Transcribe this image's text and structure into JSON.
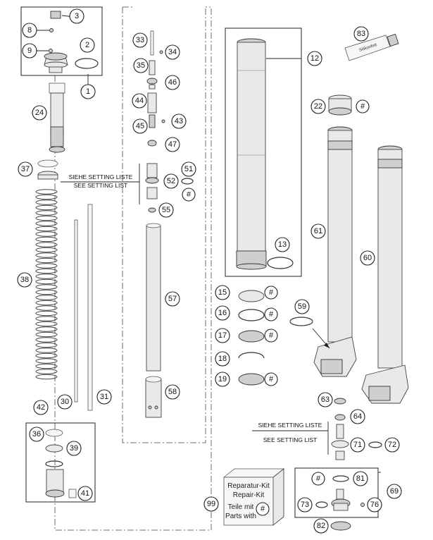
{
  "diagram": {
    "type": "exploded-parts-diagram",
    "callouts": [
      {
        "id": "c1",
        "label": "1"
      },
      {
        "id": "c2",
        "label": "2"
      },
      {
        "id": "c3",
        "label": "3"
      },
      {
        "id": "c8",
        "label": "8"
      },
      {
        "id": "c9",
        "label": "9"
      },
      {
        "id": "c12",
        "label": "12"
      },
      {
        "id": "c13",
        "label": "13"
      },
      {
        "id": "c15",
        "label": "15"
      },
      {
        "id": "c16",
        "label": "16"
      },
      {
        "id": "c17",
        "label": "17"
      },
      {
        "id": "c18",
        "label": "18"
      },
      {
        "id": "c19",
        "label": "19"
      },
      {
        "id": "c22",
        "label": "22"
      },
      {
        "id": "c24",
        "label": "24"
      },
      {
        "id": "c30",
        "label": "30"
      },
      {
        "id": "c31",
        "label": "31"
      },
      {
        "id": "c33",
        "label": "33"
      },
      {
        "id": "c34",
        "label": "34"
      },
      {
        "id": "c35",
        "label": "35"
      },
      {
        "id": "c36",
        "label": "36"
      },
      {
        "id": "c37",
        "label": "37"
      },
      {
        "id": "c38",
        "label": "38"
      },
      {
        "id": "c39",
        "label": "39"
      },
      {
        "id": "c41",
        "label": "41"
      },
      {
        "id": "c42",
        "label": "42"
      },
      {
        "id": "c43",
        "label": "43"
      },
      {
        "id": "c44",
        "label": "44"
      },
      {
        "id": "c45",
        "label": "45"
      },
      {
        "id": "c46",
        "label": "46"
      },
      {
        "id": "c47",
        "label": "47"
      },
      {
        "id": "c51",
        "label": "51"
      },
      {
        "id": "c52",
        "label": "52"
      },
      {
        "id": "c55",
        "label": "55"
      },
      {
        "id": "c57",
        "label": "57"
      },
      {
        "id": "c58",
        "label": "58"
      },
      {
        "id": "c59",
        "label": "59"
      },
      {
        "id": "c60",
        "label": "60"
      },
      {
        "id": "c61",
        "label": "61"
      },
      {
        "id": "c63",
        "label": "63"
      },
      {
        "id": "c64",
        "label": "64"
      },
      {
        "id": "c69",
        "label": "69"
      },
      {
        "id": "c71",
        "label": "71"
      },
      {
        "id": "c72",
        "label": "72"
      },
      {
        "id": "c73",
        "label": "73"
      },
      {
        "id": "c76",
        "label": "76"
      },
      {
        "id": "c81",
        "label": "81"
      },
      {
        "id": "c82",
        "label": "82"
      },
      {
        "id": "c83",
        "label": "83"
      },
      {
        "id": "c99",
        "label": "99"
      },
      {
        "id": "h22",
        "label": "#"
      },
      {
        "id": "h51",
        "label": "#"
      },
      {
        "id": "h15",
        "label": "#"
      },
      {
        "id": "h16",
        "label": "#"
      },
      {
        "id": "h17",
        "label": "#"
      },
      {
        "id": "h19",
        "label": "#"
      },
      {
        "id": "h69",
        "label": "#"
      },
      {
        "id": "h99",
        "label": "#"
      }
    ],
    "setting_note_left": {
      "line1": "SIEHE SETTING LISTE",
      "line2": "SEE SETTING LIST"
    },
    "setting_note_right": {
      "line1": "SIEHE SETTING LISTE",
      "line2": "SEE SETTING LIST"
    },
    "repair_kit": {
      "line1": "Reparatur-Kit",
      "line2": "Repair-Kit",
      "line3": "Teile mit",
      "line4": "Parts with"
    },
    "grease_tube_label": "Silikonfett"
  }
}
